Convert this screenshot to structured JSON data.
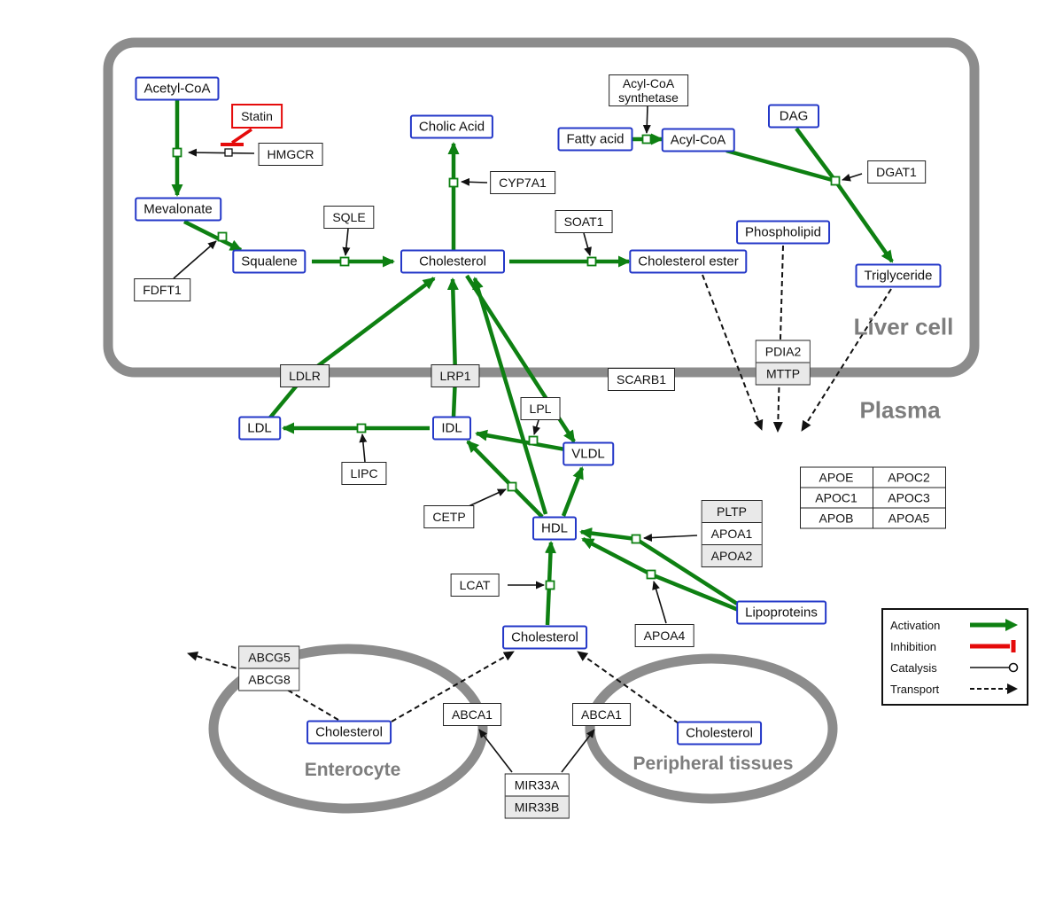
{
  "regions": {
    "liver_cell": "Liver cell",
    "plasma": "Plasma",
    "enterocyte": "Enterocyte",
    "peripheral_tissues": "Peripheral tissues"
  },
  "nodes": {
    "acetyl_coa": "Acetyl-CoA",
    "mevalonate": "Mevalonate",
    "squalene": "Squalene",
    "cholesterol_liver": "Cholesterol",
    "cholic_acid": "Cholic Acid",
    "fatty_acid": "Fatty acid",
    "acyl_coa": "Acyl-CoA",
    "dag": "DAG",
    "phospholipid": "Phospholipid",
    "cholesterol_ester": "Cholesterol ester",
    "triglyceride": "Triglyceride",
    "ldl": "LDL",
    "idl": "IDL",
    "vldl": "VLDL",
    "hdl": "HDL",
    "cholesterol_plasma": "Cholesterol",
    "cholesterol_enterocyte": "Cholesterol",
    "cholesterol_peripheral": "Cholesterol",
    "lipoproteins": "Lipoproteins"
  },
  "enzymes": {
    "statin": "Statin",
    "hmgcr": "HMGCR",
    "sqle": "SQLE",
    "cyp7a1": "CYP7A1",
    "fdft1": "FDFT1",
    "soat1": "SOAT1",
    "acyl_coa_synthetase_line1": "Acyl-CoA",
    "acyl_coa_synthetase_line2": "synthetase",
    "dgat1": "DGAT1",
    "pdia2": "PDIA2",
    "mttp": "MTTP",
    "ldlr": "LDLR",
    "lrp1": "LRP1",
    "scarb1": "SCARB1",
    "lpl": "LPL",
    "lipc": "LIPC",
    "cetp": "CETP",
    "lcat": "LCAT",
    "pltp": "PLTP",
    "apoa1": "APOA1",
    "apoa2": "APOA2",
    "apoa4": "APOA4",
    "abcg5": "ABCG5",
    "abcg8": "ABCG8",
    "abca1_left": "ABCA1",
    "abca1_right": "ABCA1",
    "mir33a": "MIR33A",
    "mir33b": "MIR33B"
  },
  "apo_table": {
    "rows": [
      [
        "APOE",
        "APOC2"
      ],
      [
        "APOC1",
        "APOC3"
      ],
      [
        "APOB",
        "APOA5"
      ]
    ]
  },
  "legend": {
    "activation": "Activation",
    "inhibition": "Inhibition",
    "catalysis": "Catalysis",
    "transport": "Transport"
  },
  "colors": {
    "activation_green": "#0e8012",
    "inhibition_red": "#e50b0b",
    "metabolite_border_blue": "#2438c8",
    "membrane_gray": "#8c8c8c"
  }
}
